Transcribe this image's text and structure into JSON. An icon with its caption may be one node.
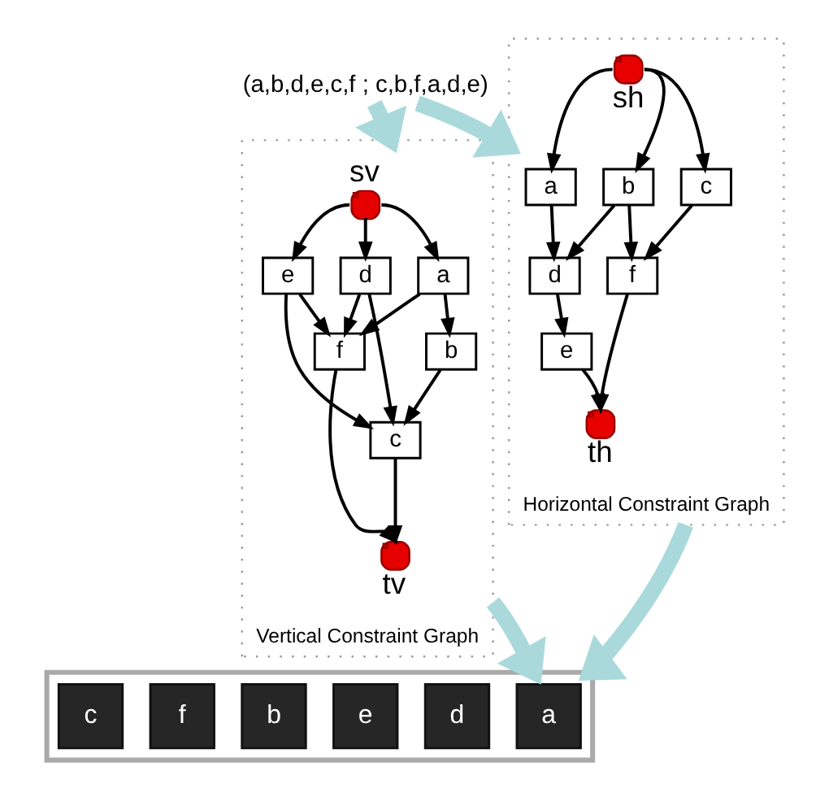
{
  "diagram": {
    "nodes": [
      {
        "text": [
          "(a,b,d,e,c,f ; c,b,f,a,d,e)"
        ]
      },
      {
        "text": [
          "Vertical Constraint Graph"
        ]
      },
      {
        "text": [
          "sv"
        ],
        "in": 1
      },
      {
        "text": [
          "a"
        ],
        "in": 1
      },
      {
        "text": [
          "d"
        ],
        "in": 1
      },
      {
        "text": [
          "e"
        ],
        "in": 1
      },
      {
        "text": [
          "b"
        ],
        "in": 1
      },
      {
        "text": [
          "f"
        ],
        "in": 1
      },
      {
        "text": [
          "c"
        ],
        "in": 1
      },
      {
        "text": [
          "tv"
        ],
        "in": 1
      },
      {
        "text": [
          "Horizontal Constraint Graph"
        ]
      },
      {
        "text": [
          "a"
        ],
        "in": 10
      },
      {
        "text": [
          "d"
        ],
        "in": 10
      },
      {
        "text": [
          "e"
        ],
        "in": 10
      },
      {
        "text": [
          "sh"
        ],
        "in": 10
      },
      {
        "text": [
          "b"
        ],
        "in": 10
      },
      {
        "text": [
          "th"
        ],
        "in": 10
      },
      {
        "text": [
          "f"
        ],
        "in": 10
      },
      {
        "text": [
          "c"
        ],
        "in": 10
      },
      {
        "text": [],
        "shape": "box"
      },
      {
        "text": [
          "a"
        ],
        "in": 19
      },
      {
        "text": [
          "d"
        ],
        "in": 19
      },
      {
        "text": [
          "e"
        ],
        "in": 19
      },
      {
        "text": [
          "b"
        ],
        "in": 19
      },
      {
        "text": [
          "f"
        ],
        "in": 19
      },
      {
        "text": [
          "c"
        ],
        "in": 19
      }
    ],
    "edges": [
      {
        "from": 0,
        "to": 1,
        "arrow": "to",
        "style": "thick",
        "color": "#a9d9db"
      },
      {
        "from": 0,
        "to": 10,
        "arrow": "to",
        "style": "thick",
        "color": "#a9d9db"
      },
      {
        "from": 2,
        "to": 3,
        "arrow": "to"
      },
      {
        "from": 2,
        "to": 4,
        "arrow": "to"
      },
      {
        "from": 2,
        "to": 5,
        "arrow": "to"
      },
      {
        "from": 3,
        "to": 6,
        "arrow": "to"
      },
      {
        "from": 3,
        "to": 7,
        "arrow": "to"
      },
      {
        "from": 4,
        "to": 8,
        "arrow": "to"
      },
      {
        "from": 4,
        "to": 7,
        "arrow": "to"
      },
      {
        "from": 5,
        "to": 8,
        "arrow": "to"
      },
      {
        "from": 5,
        "to": 7,
        "arrow": "to"
      },
      {
        "from": 6,
        "to": 8,
        "arrow": "to"
      },
      {
        "from": 8,
        "to": 9,
        "arrow": "to"
      },
      {
        "from": 7,
        "to": 9,
        "arrow": "to"
      },
      {
        "from": 14,
        "to": 11,
        "arrow": "to"
      },
      {
        "from": 14,
        "to": 15,
        "arrow": "to"
      },
      {
        "from": 14,
        "to": 18,
        "arrow": "to"
      },
      {
        "from": 11,
        "to": 12,
        "arrow": "to"
      },
      {
        "from": 15,
        "to": 12,
        "arrow": "to"
      },
      {
        "from": 12,
        "to": 13,
        "arrow": "to"
      },
      {
        "from": 15,
        "to": 17,
        "arrow": "to"
      },
      {
        "from": 18,
        "to": 17,
        "arrow": "to"
      },
      {
        "from": 13,
        "to": 16,
        "arrow": "to"
      },
      {
        "from": 17,
        "to": 16,
        "arrow": "to"
      },
      {
        "from": 1,
        "to": 19,
        "arrow": "to",
        "style": "thick",
        "color": "#a9d9db"
      },
      {
        "from": 10,
        "to": 19,
        "arrow": "to",
        "style": "thick",
        "color": "#a9d9db"
      }
    ]
  }
}
